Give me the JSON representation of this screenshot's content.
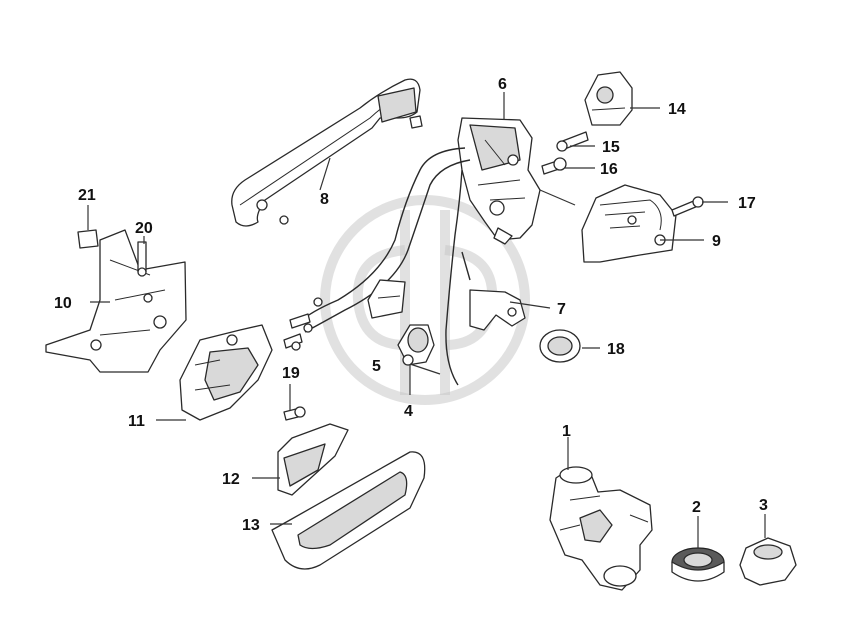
{
  "callouts": [
    {
      "id": "1",
      "text": "1"
    },
    {
      "id": "2",
      "text": "2"
    },
    {
      "id": "3",
      "text": "3"
    },
    {
      "id": "4",
      "text": "4"
    },
    {
      "id": "5",
      "text": "5"
    },
    {
      "id": "6",
      "text": "6"
    },
    {
      "id": "7",
      "text": "7"
    },
    {
      "id": "8",
      "text": "8"
    },
    {
      "id": "9",
      "text": "9"
    },
    {
      "id": "10",
      "text": "10"
    },
    {
      "id": "11",
      "text": "11"
    },
    {
      "id": "12",
      "text": "12"
    },
    {
      "id": "13",
      "text": "13"
    },
    {
      "id": "14",
      "text": "14"
    },
    {
      "id": "15",
      "text": "15"
    },
    {
      "id": "16",
      "text": "16"
    },
    {
      "id": "17",
      "text": "17"
    },
    {
      "id": "18",
      "text": "18"
    },
    {
      "id": "19",
      "text": "19"
    },
    {
      "id": "20",
      "text": "20"
    },
    {
      "id": "21",
      "text": "21"
    }
  ],
  "colors": {
    "line": "#2a2a2a",
    "watermark": "#c8c8c8",
    "background": "#ffffff"
  }
}
